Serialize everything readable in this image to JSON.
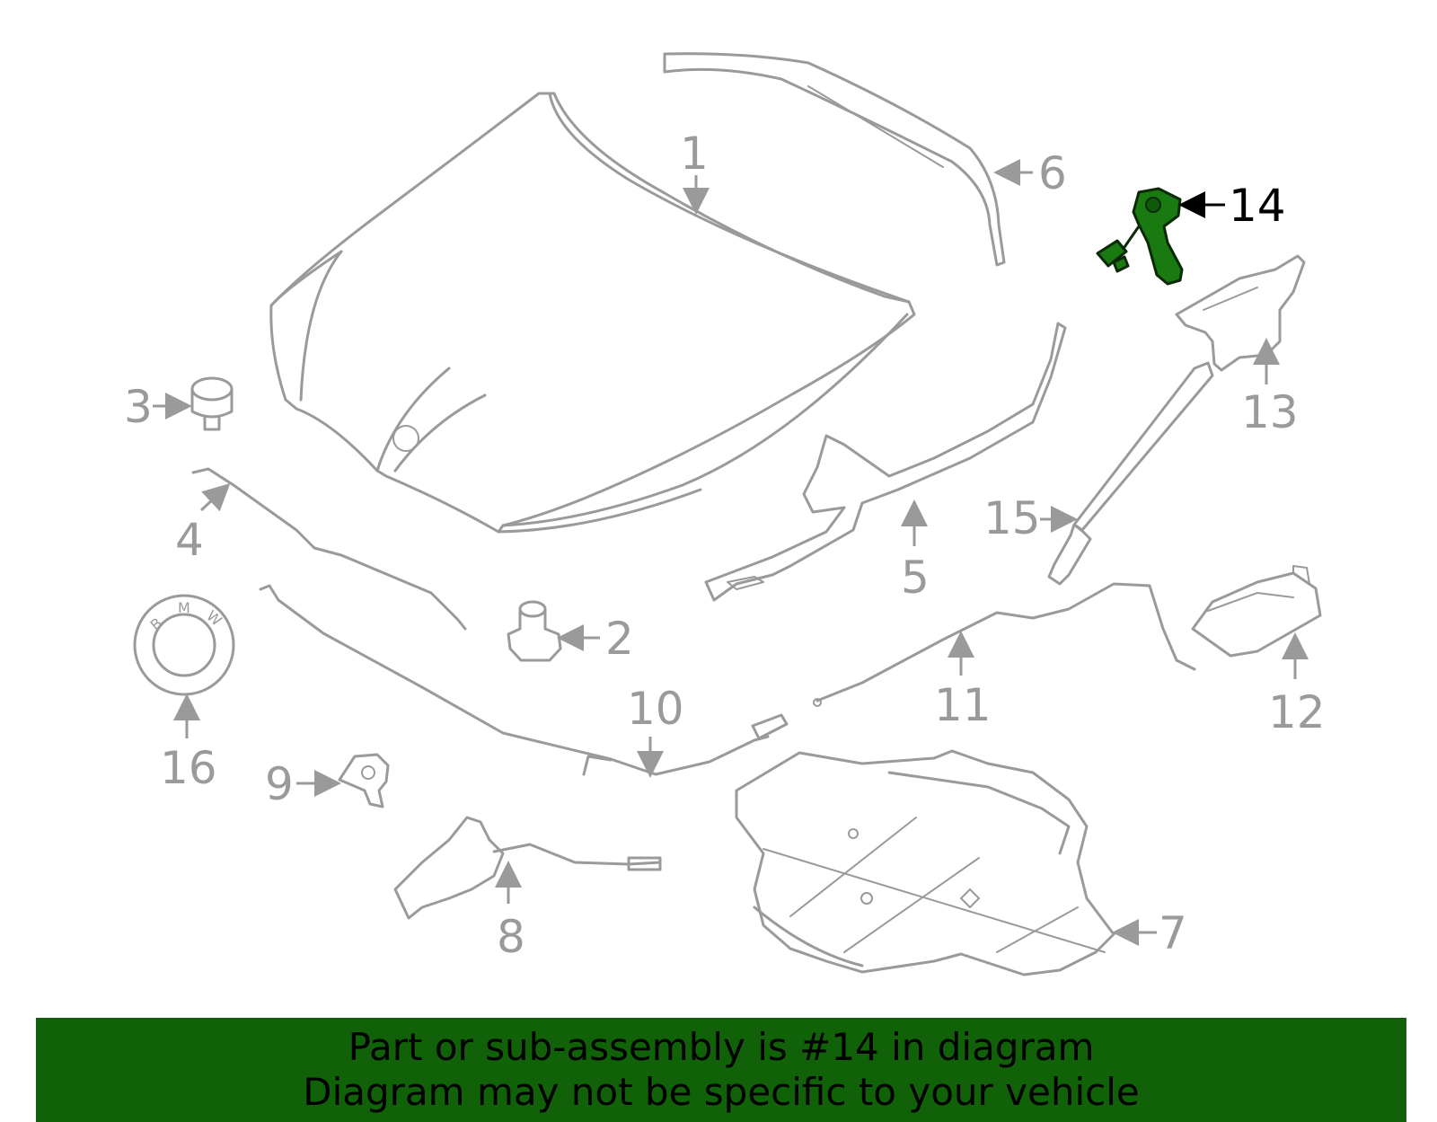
{
  "highlight_color": "#116109",
  "highlighted_part": "14",
  "callouts": {
    "c1": "1",
    "c2": "2",
    "c3": "3",
    "c4": "4",
    "c5": "5",
    "c6": "6",
    "c7": "7",
    "c8": "8",
    "c9": "9",
    "c10": "10",
    "c11": "11",
    "c12": "12",
    "c13": "13",
    "c14": "14",
    "c15": "15",
    "c16": "16"
  },
  "emblem": {
    "letters": [
      "B",
      "M",
      "W"
    ]
  },
  "banner": {
    "line1": "Part or sub-assembly is #14 in diagram",
    "line2": "Diagram may not be specific to your vehicle"
  }
}
